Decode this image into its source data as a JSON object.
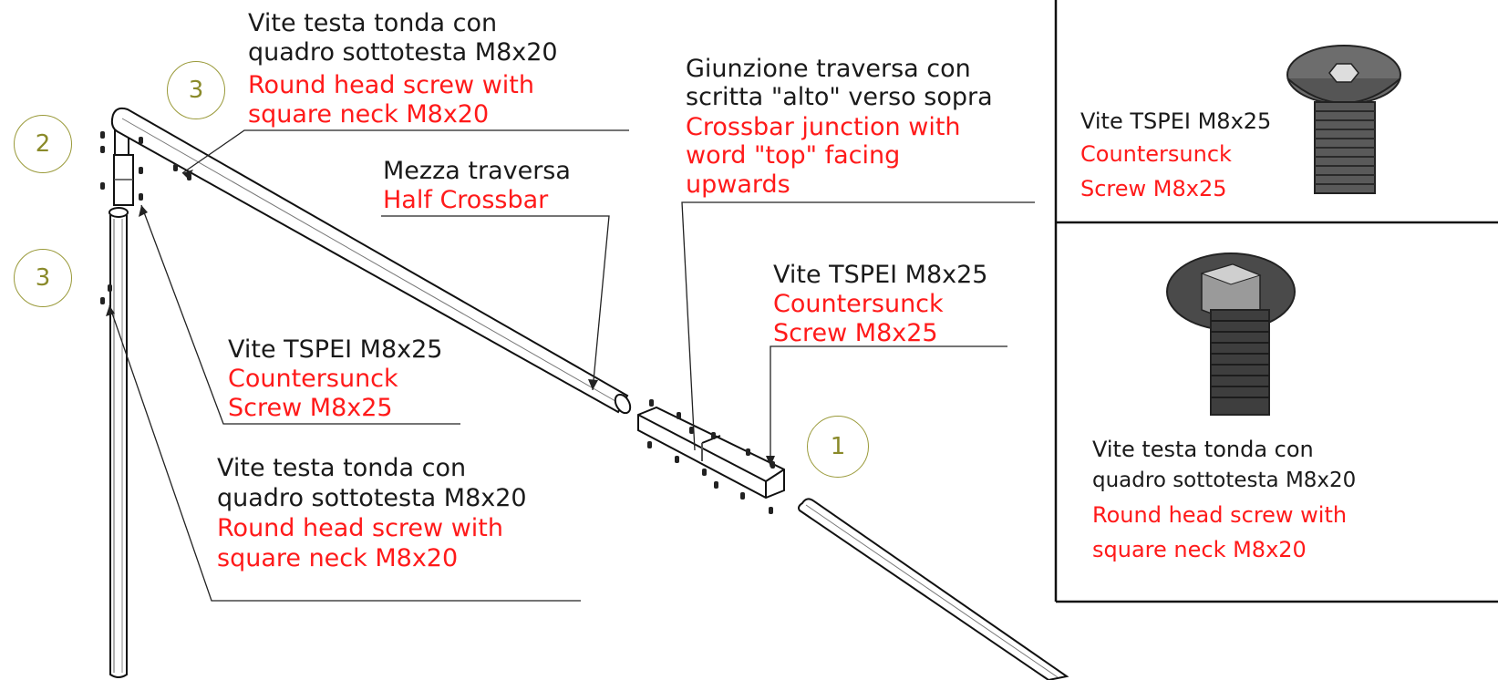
{
  "callouts": {
    "c3_top": "3",
    "c2": "2",
    "c3_left": "3",
    "c1": "1"
  },
  "labels": {
    "round_screw_top": {
      "it_line1": "Vite testa tonda con",
      "it_line2": "quadro sottotesta M8x20",
      "en_line1": "Round head screw with",
      "en_line2": "square neck M8x20"
    },
    "half_crossbar": {
      "it": "Mezza traversa",
      "en": "Half Crossbar"
    },
    "junction": {
      "it_line1": "Giunzione traversa con",
      "it_line2": "scritta \"alto\" verso sopra",
      "en_line1": "Crossbar junction with",
      "en_line2": "word \"top\" facing",
      "en_line3": "upwards"
    },
    "countersunk_right": {
      "it": "Vite TSPEI M8x25",
      "en_line1": "Countersunck",
      "en_line2": "Screw M8x25"
    },
    "countersunk_left": {
      "it": "Vite TSPEI M8x25",
      "en_line1": "Countersunck",
      "en_line2": "Screw M8x25"
    },
    "round_screw_bottom": {
      "it_line1": "Vite testa tonda con",
      "it_line2": "quadro sottotesta M8x20",
      "en_line1": "Round head screw with",
      "en_line2": "square neck M8x20"
    }
  },
  "legend": {
    "countersunk": {
      "it": "Vite TSPEI M8x25",
      "en_line1": "Countersunck",
      "en_line2": "Screw M8x25"
    },
    "round_head": {
      "it_line1": "Vite testa tonda con",
      "it_line2": "quadro sottotesta M8x20",
      "en_line1": "Round head screw with",
      "en_line2": "square neck M8x20"
    }
  },
  "colors": {
    "italian_text": "#1a1a1a",
    "english_text": "#ff1a1a",
    "callout": "#9a9a3a"
  }
}
